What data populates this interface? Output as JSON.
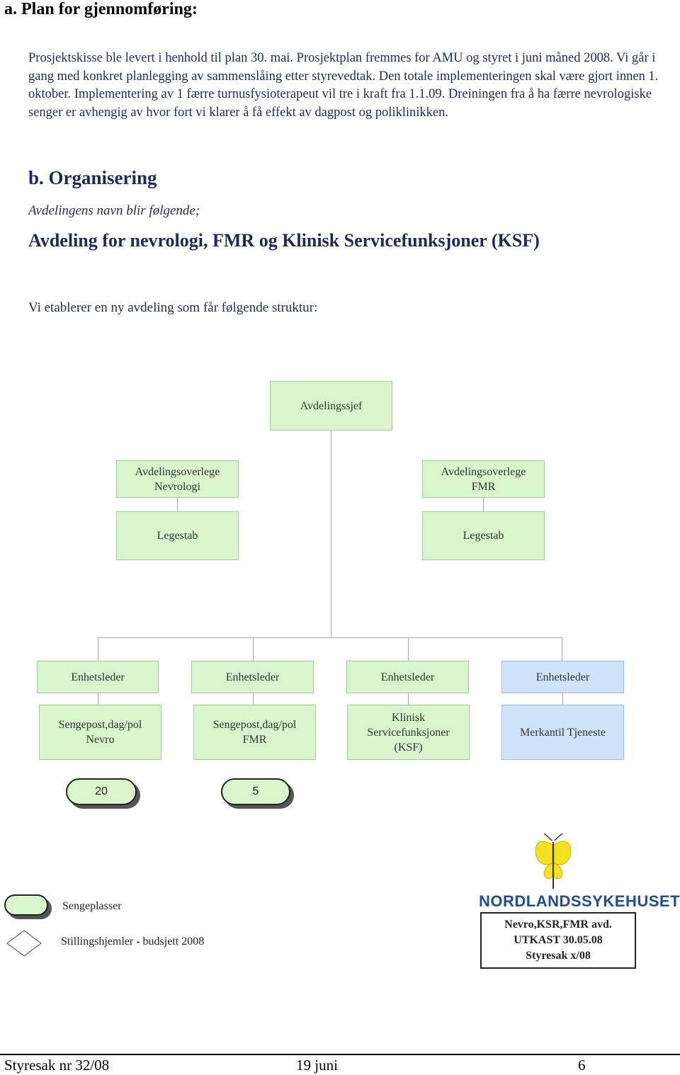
{
  "section_a": {
    "heading": "a.  Plan for gjennomføring:",
    "paragraph": "Prosjektskisse ble levert i henhold til plan 30. mai. Prosjektplan fremmes for AMU og styret i juni måned 2008. Vi går i gang med konkret planlegging av sammenslåing etter styrevedtak. Den totale implementeringen skal være gjort innen 1. oktober. Implementering av 1 færre turnusfysioterapeut vil tre i kraft fra 1.1.09. Dreiningen fra å ha færre nevrologiske senger er avhengig av hvor fort vi klarer å få effekt av dagpost og poliklinikken."
  },
  "section_b": {
    "heading": "b. Organisering",
    "subtitle": "Avdelingens navn blir følgende;",
    "department_name": "Avdeling for nevrologi, FMR og Klinisk Servicefunksjoner (KSF)",
    "intro": "Vi etablerer en ny avdeling som får følgende struktur:"
  },
  "org_chart": {
    "top": "Avdelingssjef",
    "overlege_left": [
      "Avdelingsoverlege",
      "Nevrologi"
    ],
    "overlege_right": [
      "Avdelingsoverlege",
      "FMR"
    ],
    "legestab_left": "Legestab",
    "legestab_right": "Legestab",
    "units": [
      {
        "leader": "Enhetsleder",
        "unit": [
          "Sengepost,dag/pol",
          "Nevro"
        ]
      },
      {
        "leader": "Enhetsleder",
        "unit": [
          "Sengepost,dag/pol",
          "FMR"
        ]
      },
      {
        "leader": "Enhetsleder",
        "unit": [
          "Klinisk",
          "Servicefunksjoner",
          "(KSF)"
        ]
      },
      {
        "leader": "Enhetsleder",
        "unit": [
          "Merkantil Tjeneste"
        ]
      }
    ],
    "beds": [
      "20",
      "5"
    ],
    "colors": {
      "green": "#d8f5cc",
      "blue": "#cfe3fa"
    }
  },
  "legend": {
    "beds_label": "Sengeplasser",
    "positions_label": "Stillingshjemler - budsjett 2008"
  },
  "logo": {
    "text": "NORDLANDSSYKEHUSET"
  },
  "stamp": {
    "line1": "Nevro,KSR,FMR avd.",
    "line2": "UTKAST 30.05.08",
    "line3": "Styresak x/08"
  },
  "footer": {
    "left": "Styresak nr 32/08",
    "center": "19 juni",
    "right": "6"
  }
}
